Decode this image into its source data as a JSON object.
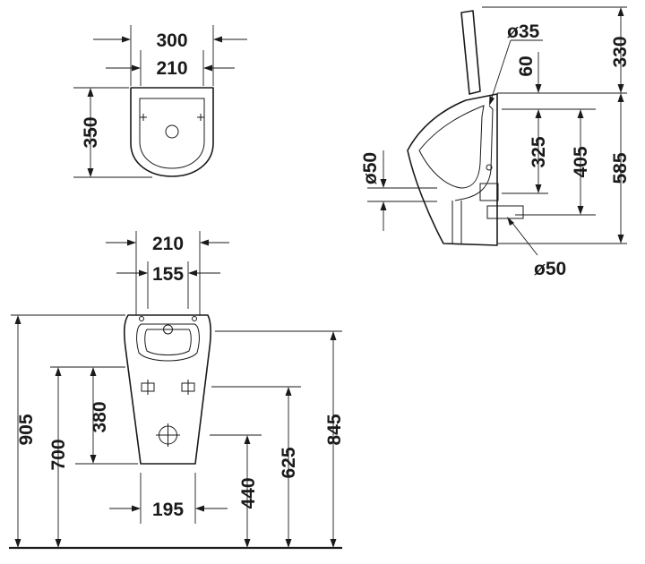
{
  "diagram": {
    "top_view": {
      "width_outer": "300",
      "width_inner": "210",
      "depth": "350"
    },
    "side_view": {
      "top_clearance": "330",
      "inlet_diameter": "ø35",
      "inlet_offset": "60",
      "drain_diameter_left": "ø50",
      "drain_center_height": "325",
      "drain_bottom_height": "405",
      "total_height": "585",
      "drain_diameter_bottom": "ø50"
    },
    "front_view": {
      "top_width": "210",
      "fixing_distance": "155",
      "bottom_width": "195",
      "total_height": "905",
      "mounting_height": "700",
      "fixing_height": "380",
      "drain_height": "440",
      "fixing_floor_height": "625",
      "top_rim_height": "845"
    }
  }
}
